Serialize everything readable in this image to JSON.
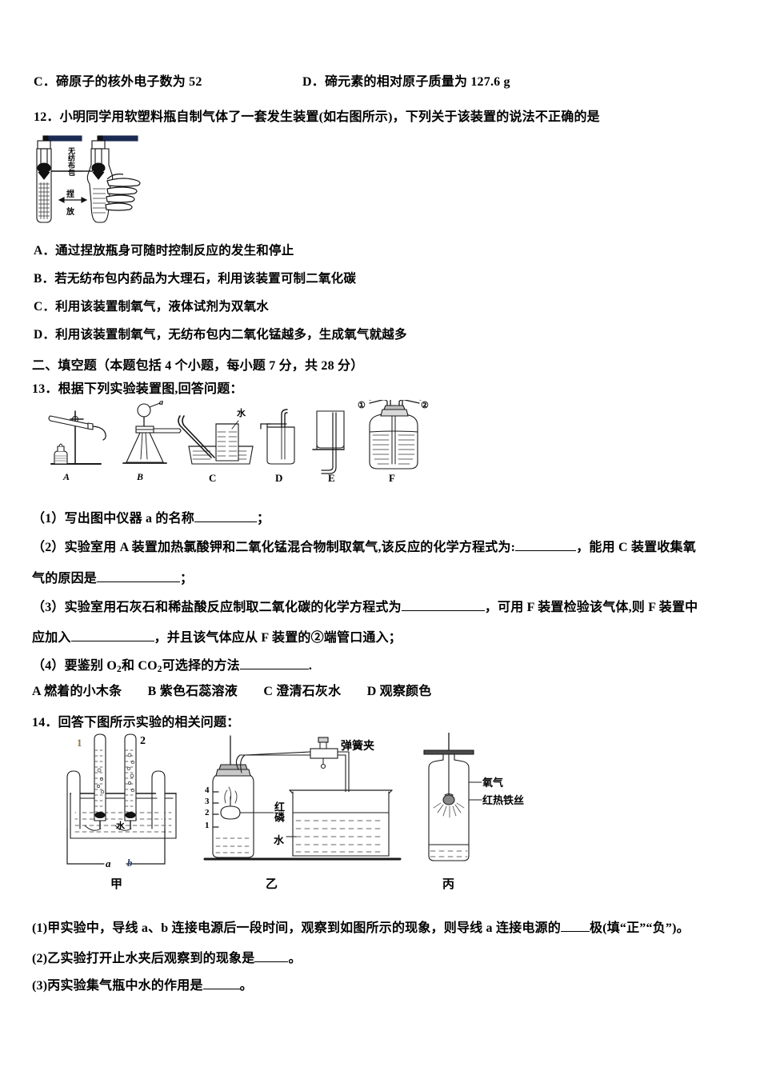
{
  "document": {
    "page_background": "#ffffff",
    "ink_color": "#000000"
  },
  "q11_options": {
    "option_c": "C．碲原子的核外电子数为 52",
    "option_d": "D．碲元素的相对原子质量为 127.6 g"
  },
  "q12": {
    "stem": "12．小明同学用软塑料瓶自制气体了一套发生装置(如右图所示)，下列关于该装置的说法不正确的是",
    "figure": {
      "name": "soft-bottle-gas-generator",
      "labels": {
        "fabric_bag": "无纺布包",
        "squeeze": "捏",
        "release": "放"
      }
    },
    "options": [
      "A．通过捏放瓶身可随时控制反应的发生和停止",
      "B．若无纺布包内药品为大理石，利用该装置可制二氧化碳",
      "C．利用该装置制氧气，液体试剂为双氧水",
      "D．利用该装置制氧气，无纺布包内二氧化锰越多，生成氧气就越多"
    ]
  },
  "section2": {
    "heading": "二、填空题（本题包括 4 个小题，每小题 7 分，共 28 分）"
  },
  "q13": {
    "stem": "13．根据下列实验装置图,回答问题：",
    "figure": {
      "name": "lab-apparatus-set",
      "device_labels": [
        "A",
        "B",
        "C",
        "D",
        "E",
        "F"
      ],
      "annotations": {
        "thistle_funnel": "a",
        "water_c": "水",
        "port_one": "①",
        "port_two": "②"
      }
    },
    "sub1_a": "（1）写出图中仪器 a 的名称",
    "sub1_b": "；",
    "sub2_a": "（2）实验室用 A 装置加热氯酸钾和二氧化锰混合物制取氧气,该反应的化学方程式为:",
    "sub2_b": "，能用 C 装置收集氧",
    "sub2_c": "气的原因是",
    "sub2_d": "；",
    "sub3_a": "（3）实验室用石灰石和稀盐酸反应制取二氧化碳的化学方程式为",
    "sub3_b": "，可用 F 装置检验该气体,则 F 装置中",
    "sub3_c": "应加入",
    "sub3_d": "，并且该气体应从 F 装置的②端管口通入；",
    "sub4_a": "（4）要鉴别 O",
    "sub4_sub1": "2",
    "sub4_b": "和 CO",
    "sub4_sub2": "2",
    "sub4_c": "可选择的方法",
    "sub4_d": ".",
    "answer_choices": "A 燃着的小木条　　B 紫色石蕊溶液　　C 澄清石灰水　　D 观察颜色"
  },
  "q14": {
    "stem": "14．回答下图所示实验的相关问题：",
    "figure": {
      "name": "three-experiments",
      "jia": {
        "caption": "甲",
        "tube_1": "1",
        "tube_2": "2",
        "water": "水",
        "wire_a": "a",
        "wire_b": "b"
      },
      "yi": {
        "caption": "乙",
        "spring_clip": "弹簧夹",
        "red_phosphorus": "红磷",
        "water": "水",
        "scale": [
          "4",
          "3",
          "2",
          "1"
        ]
      },
      "bing": {
        "caption": "丙",
        "oxygen": "氧气",
        "hot_iron_wire": "红热铁丝"
      }
    },
    "sub1_a": "(1)甲实验中，导线 a、b 连接电源后一段时间，观察到如图所示的现象，则导线 a 连接电源的",
    "sub1_b": "极(填“正”“负”)。",
    "sub2_a": "(2)乙实验打开止水夹后观察到的现象是",
    "sub2_b": "。",
    "sub3_a": "(3)丙实验集气瓶中水的作用是",
    "sub3_b": "。"
  }
}
